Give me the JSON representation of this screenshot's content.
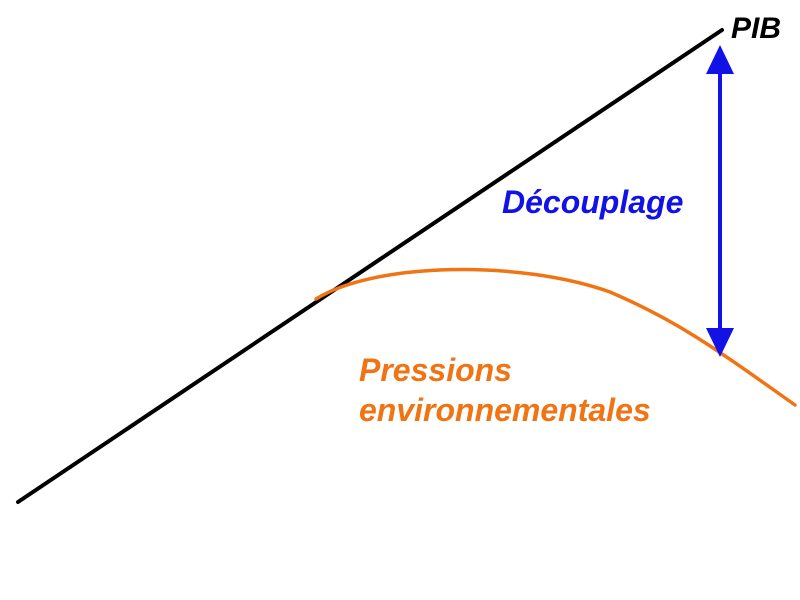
{
  "diagram": {
    "gdp_label": "PIB",
    "decoupling_label": "Découplage",
    "pressure_label_line1": "Pressions",
    "pressure_label_line2": "environnementales",
    "colors": {
      "gdp": "#000000",
      "decoupling": "#1212e6",
      "pressure": "#f07414",
      "background": "#ffffff"
    }
  }
}
